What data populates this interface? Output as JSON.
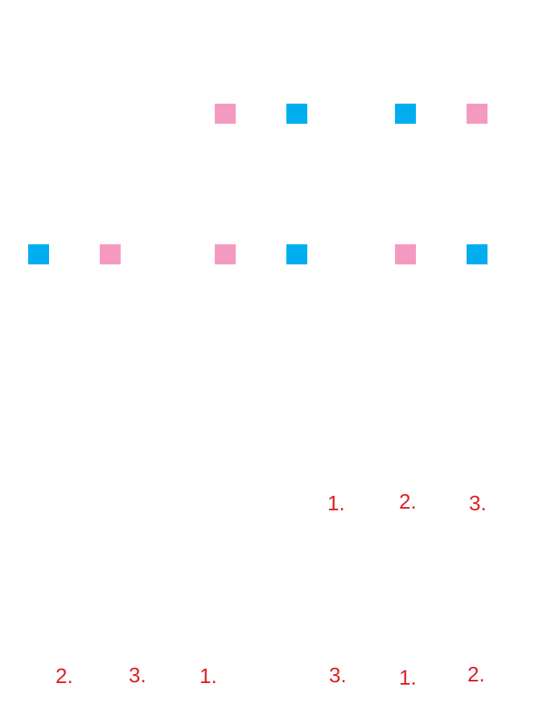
{
  "colors": {
    "blue": "#00aeef",
    "pink": "#f49ac1",
    "label_red": "#dd1f26"
  },
  "squares_row1": [
    "pink",
    "blue",
    "blue",
    "pink"
  ],
  "squares_row2": [
    "blue",
    "pink",
    "pink",
    "blue",
    "pink",
    "blue"
  ],
  "labels_row1": [
    "1.",
    "2.",
    "3."
  ],
  "labels_row2": [
    "2.",
    "3.",
    "1.",
    "3.",
    "1.",
    "2."
  ]
}
